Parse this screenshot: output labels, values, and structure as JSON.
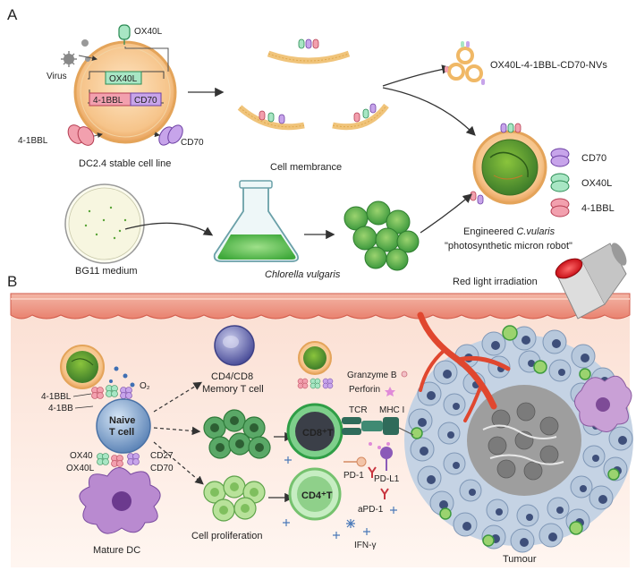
{
  "panel_a": {
    "letter": "A",
    "virus": "Virus",
    "ox40l_top": "OX40L",
    "ox40l_box": "OX40L",
    "bbl_box": "4-1BBL",
    "cd70_box": "CD70",
    "bbl_side": "4-1BBL",
    "cd70_side": "CD70",
    "cell_line": "DC2.4 stable cell line",
    "cell_membrane": "Cell membrance",
    "nvs": "OX40L-4-1BBL-CD70-NVs",
    "robot_cd70": "CD70",
    "robot_ox40l": "OX40L",
    "robot_41bbl": "4-1BBL",
    "engineered_prefix": "Engineered ",
    "engineered_species": "C.vularis",
    "robot_name": "\"photosynthetic micron robot\"",
    "medium": "BG11 medium",
    "chlorella": "Chlorella vulgaris"
  },
  "panel_b": {
    "letter": "B",
    "red_light": "Red light irradiation",
    "bbl": "4-1BBL",
    "bb": "4-1BB",
    "o2": "O₂",
    "naive": "Naive",
    "t_cell": "T cell",
    "ox40": "OX40",
    "ox40l": "OX40L",
    "cd27": "CD27",
    "cd70": "CD70",
    "mature_dc": "Mature DC",
    "memory1": "CD4/CD8",
    "memory2": "Memory T cell",
    "proliferation": "Cell proliferation",
    "cd8": "CD8⁺T",
    "cd4": "CD4⁺T",
    "granzyme": "Granzyme B",
    "perforin": "Perforin",
    "tcr": "TCR",
    "mhc": "MHC I",
    "pd1": "PD-1",
    "pdl1": "PD-L1",
    "apd1": "aPD-1",
    "ifn": "IFN-γ",
    "tumour": "Tumour"
  },
  "colors": {
    "orange_cell": "#f6c48a",
    "green_algae": "#5aa538",
    "skin": "#e86a5c",
    "tumour_cell": "#9bb2cc",
    "arrow": "#333333"
  }
}
